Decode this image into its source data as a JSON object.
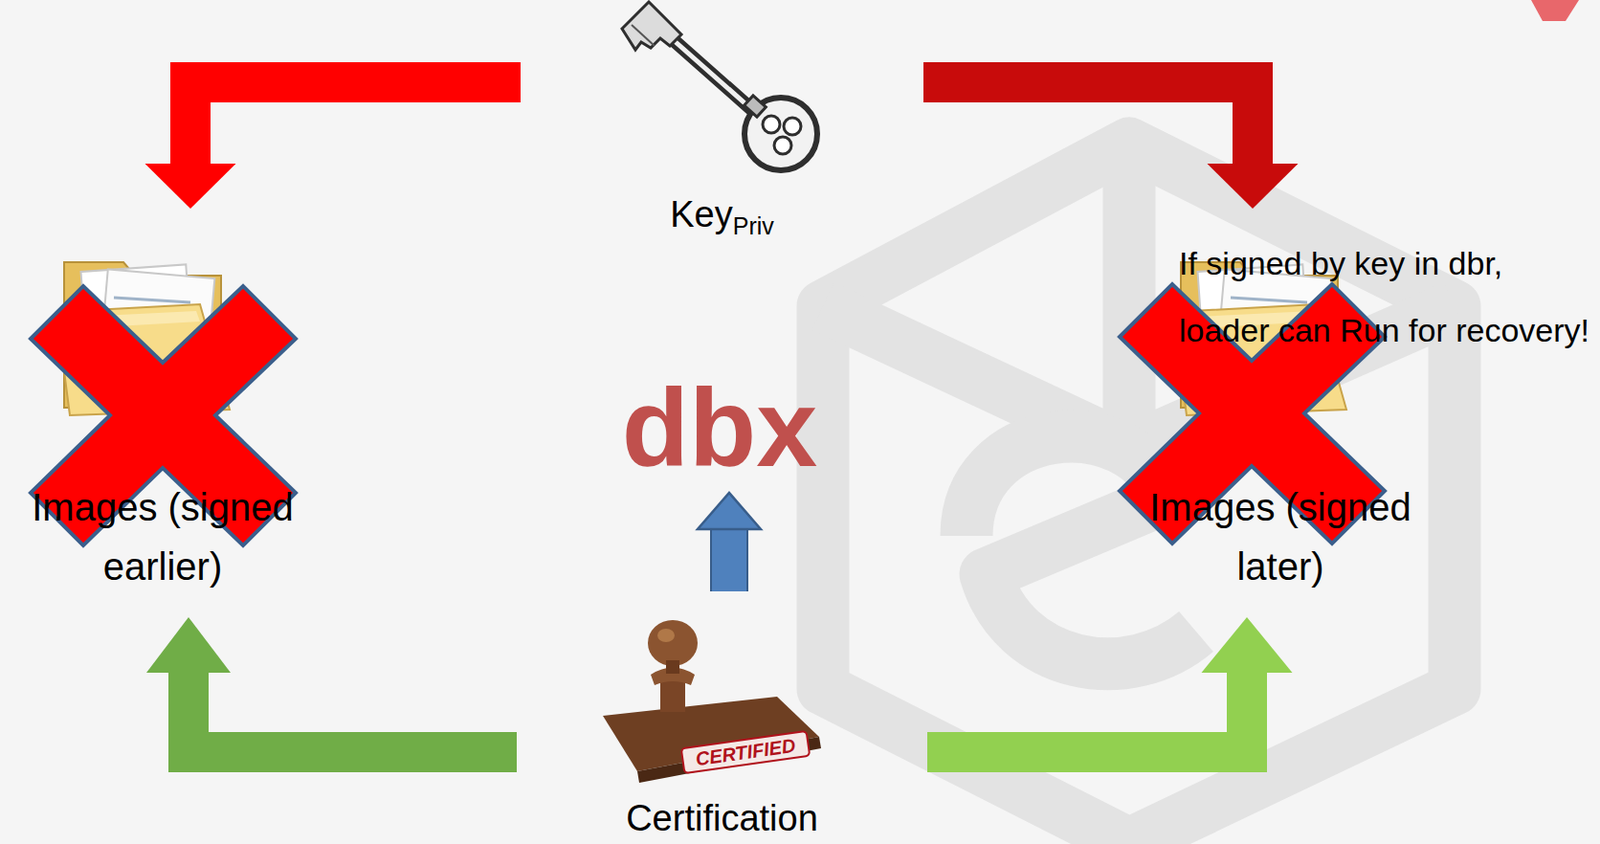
{
  "diagram": {
    "nodes": [
      {
        "text": [
          "Key",
          "Priv"
        ]
      },
      {
        "text": [
          "Images (signed earlier)"
        ]
      },
      {
        "text": [
          "dbx"
        ]
      },
      {
        "text": [
          "Images (signed later)"
        ]
      },
      {
        "text": [
          "Certification"
        ]
      }
    ],
    "edges": [
      {
        "from": 0,
        "to": 1,
        "arrow": "to"
      },
      {
        "from": 0,
        "to": 3,
        "arrow": "to"
      },
      {
        "from": 4,
        "to": 2,
        "arrow": "to"
      },
      {
        "from": 4,
        "to": 1,
        "arrow": "to"
      },
      {
        "from": 4,
        "to": 3,
        "arrow": "to"
      }
    ],
    "labels": [
      "If signed by key in dbr, loader can Run for recovery!",
      "CERTIFIED"
    ]
  }
}
